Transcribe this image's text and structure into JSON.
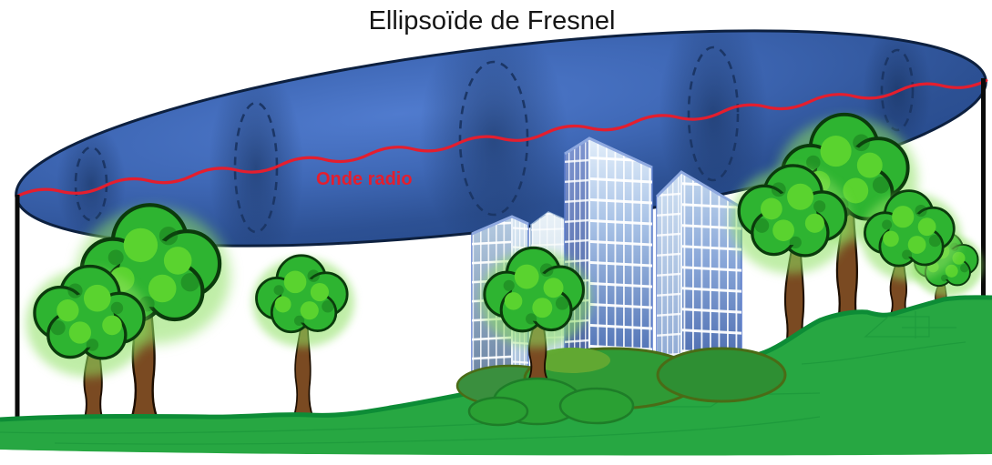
{
  "title": "Ellipsoïde de Fresnel",
  "annotations": {
    "radio_wave_label": "Onde radio"
  },
  "scene": {
    "type": "radio-propagation-diagram",
    "fresnel_cross_sections": 5,
    "antenna_masts": 2,
    "building_towers": 4,
    "trees": 8
  },
  "colors": {
    "background": "#ffffff",
    "title_text": "#161616",
    "ellipsoid_fill": "#3f68b6",
    "ellipsoid_outline": "#0d203f",
    "radio_wave": "#e41e2e",
    "grass": "#27a742",
    "grass_edge": "#0d8c36",
    "bush": "#2f9a35",
    "tree_foliage": "#2eb431",
    "tree_foliage_highlight": "#5ad32f",
    "tree_trunk": "#7a4a22",
    "building_glass": "#9db9e0",
    "building_frame": "#5b7ccc",
    "mast": "#0a0a0a"
  }
}
